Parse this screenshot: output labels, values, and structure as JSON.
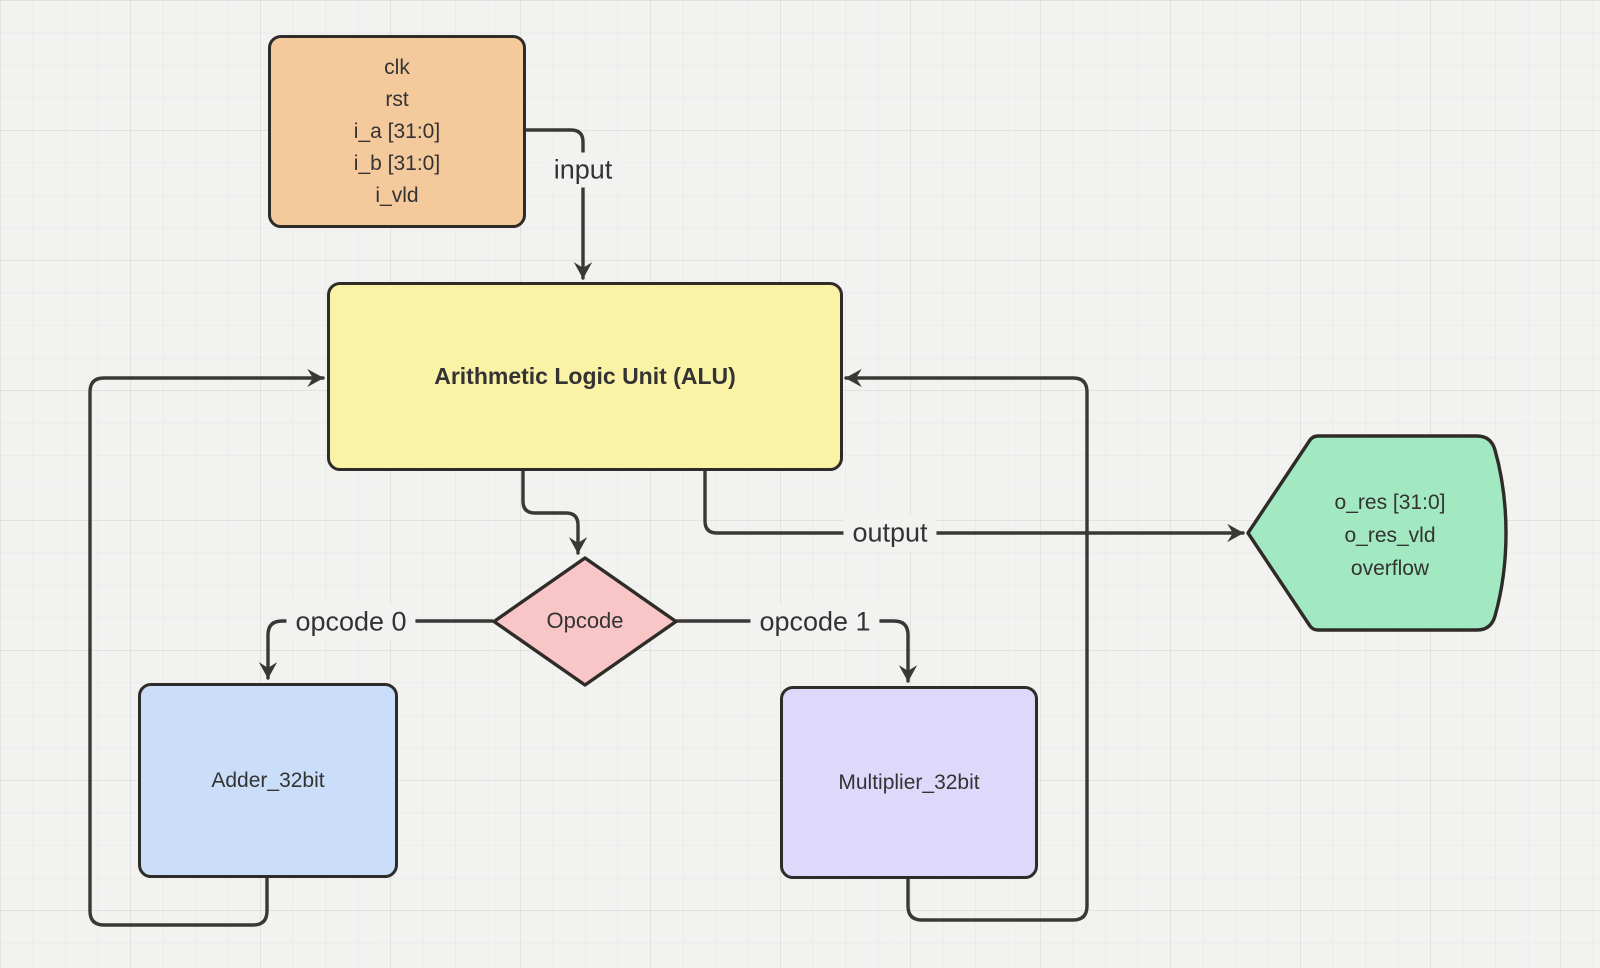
{
  "canvas": {
    "background": "#f2f2f1",
    "connector_color": "#3a3836",
    "node_border_color": "#2e2b28",
    "text_color": "#333333"
  },
  "nodes": {
    "input_signals": {
      "lines": [
        "clk",
        "rst",
        "i_a [31:0]",
        "i_b [31:0]",
        "i_vld"
      ],
      "fill": "#f4c99c"
    },
    "alu": {
      "label": "Arithmetic Logic Unit (ALU)",
      "fill": "#faf3a6"
    },
    "opcode": {
      "label": "Opcode",
      "fill": "#f9c6c8"
    },
    "adder": {
      "label": "Adder_32bit",
      "fill": "#cbdef9"
    },
    "multiplier": {
      "label": "Multiplier_32bit",
      "fill": "#ded9fa"
    },
    "output_signals": {
      "lines": [
        "o_res [31:0]",
        "o_res_vld",
        "overflow"
      ],
      "fill": "#a2e8c0"
    }
  },
  "edges": {
    "input": {
      "label": "input"
    },
    "output": {
      "label": "output"
    },
    "opcode0": {
      "label": "opcode 0"
    },
    "opcode1": {
      "label": "opcode 1"
    }
  }
}
